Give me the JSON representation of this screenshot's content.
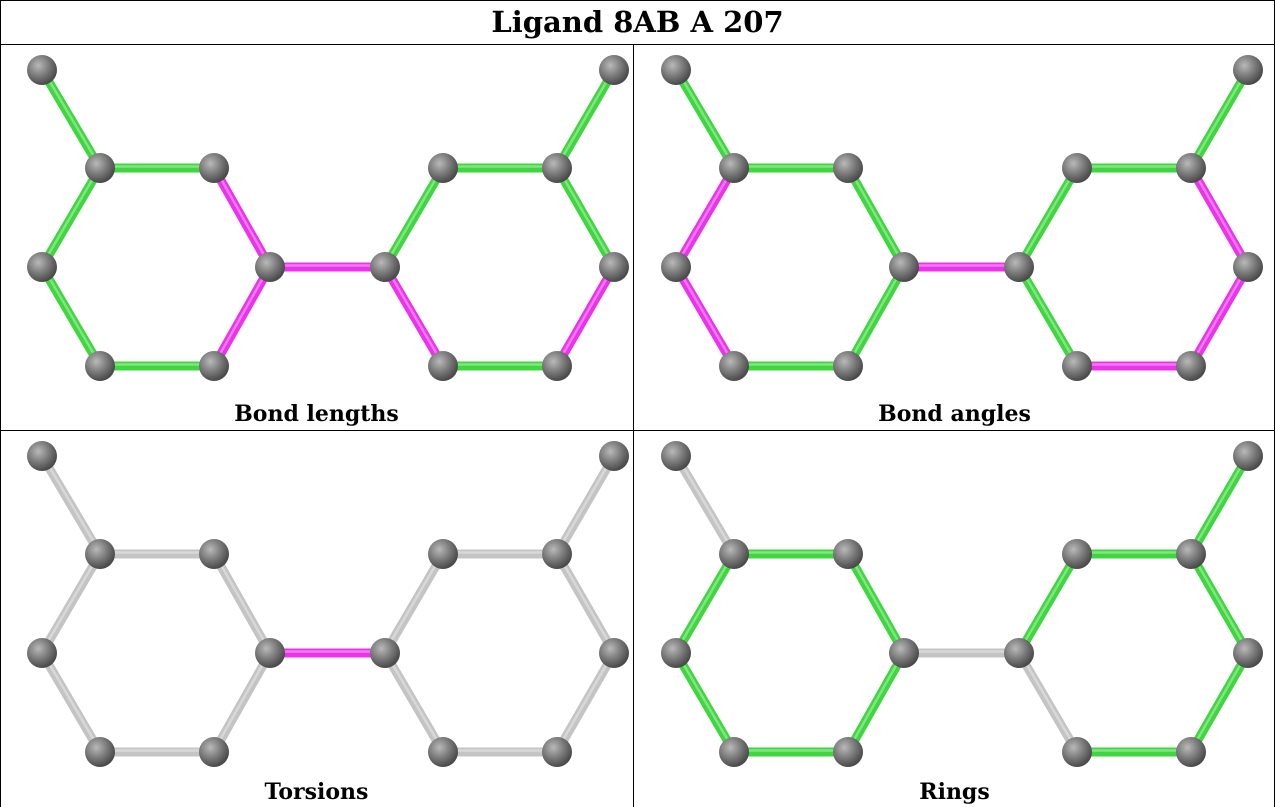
{
  "title": "Ligand 8AB A 207",
  "colors": {
    "green": "#3fd63f",
    "magenta": "#ea33ea",
    "gray": "#c4c4c4",
    "atom": "#7a7a7a"
  },
  "panels": [
    {
      "id": "bond-lengths",
      "caption": "Bond lengths",
      "bonds": [
        "green",
        "green",
        "magenta",
        "magenta",
        "green",
        "green",
        "green",
        "magenta",
        "green",
        "green",
        "green",
        "green",
        "magenta",
        "green",
        "magenta"
      ]
    },
    {
      "id": "bond-angles",
      "caption": "Bond angles",
      "bonds": [
        "green",
        "green",
        "green",
        "green",
        "green",
        "magenta",
        "magenta",
        "magenta",
        "green",
        "green",
        "green",
        "magenta",
        "magenta",
        "magenta",
        "green"
      ]
    },
    {
      "id": "torsions",
      "caption": "Torsions",
      "bonds": [
        "gray",
        "gray",
        "gray",
        "gray",
        "gray",
        "gray",
        "gray",
        "magenta",
        "gray",
        "gray",
        "gray",
        "gray",
        "gray",
        "gray",
        "gray"
      ]
    },
    {
      "id": "rings",
      "caption": "Rings",
      "bonds": [
        "gray",
        "green",
        "green",
        "green",
        "green",
        "green",
        "green",
        "gray",
        "green",
        "green",
        "green",
        "green",
        "green",
        "green",
        "gray"
      ]
    }
  ]
}
